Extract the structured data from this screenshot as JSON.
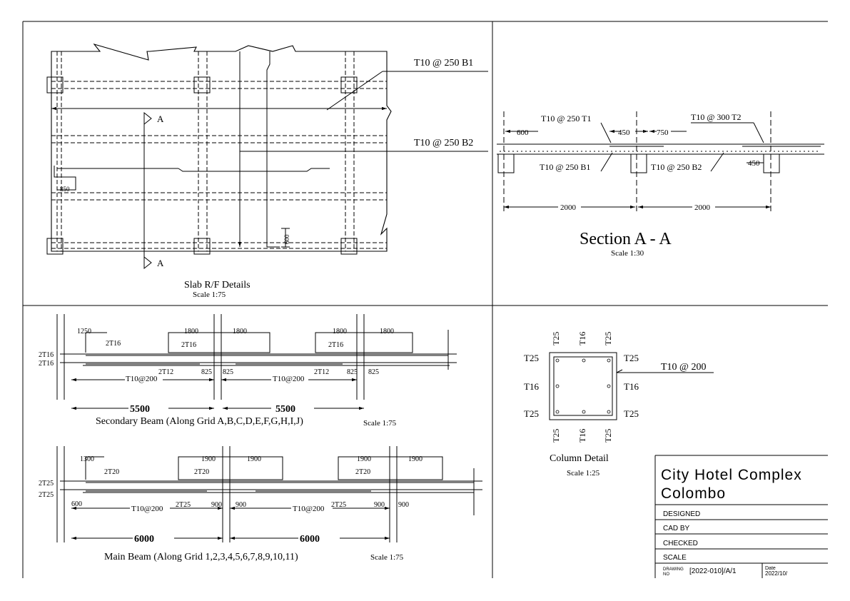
{
  "panels": {
    "slab": {
      "title": "Slab R/F Details",
      "scale": "Scale 1:75",
      "bar_b1": "T10 @ 250 B1",
      "bar_b2": "T10 @ 250 B2",
      "section_mark": "A",
      "dim_850": "850",
      "dim_600": "600"
    },
    "section": {
      "title": "Section A - A",
      "scale": "Scale 1:30",
      "t1": "T10 @ 250 T1",
      "t2": "T10 @ 300 T2",
      "b1": "T10 @ 250 B1",
      "b2": "T10 @ 250 B2",
      "d600": "600",
      "d450a": "450",
      "d750": "750",
      "d450b": "450",
      "span1": "2000",
      "span2": "2000"
    },
    "secondary_beam": {
      "title": "Secondary Beam (Along Grid A,B,C,D,E,F,G,H,I,J)",
      "scale": "Scale 1:75",
      "top_bars": "2T16",
      "bot_bars": "2T16",
      "extra_top": "2T16",
      "bottom_add": "2T12",
      "links": "T10@200",
      "d1250": "1250",
      "d1800": "1800",
      "d825": "825",
      "span": "5500"
    },
    "main_beam": {
      "title": "Main Beam (Along Grid 1,2,3,4,5,6,7,8,9,10,11)",
      "scale": "Scale 1:75",
      "top_bars": "2T25",
      "bot_bars": "2T25",
      "extra_top": "2T20",
      "bottom_add": "2T25",
      "links": "T10@200",
      "d1300": "1300",
      "d1900": "1900",
      "d600": "600",
      "d900": "900",
      "span": "6000"
    },
    "column": {
      "title": "Column Detail",
      "scale": "Scale 1:25",
      "t25": "T25",
      "t16": "T16",
      "link": "T10 @ 200"
    }
  },
  "title_block": {
    "project_line1": "City Hotel Complex",
    "project_line2": "Colombo",
    "designed": "DESIGNED",
    "cad_by": "CAD BY",
    "checked": "CHECKED",
    "scale": "SCALE",
    "drawing_no_label_1": "DRAWING",
    "drawing_no_label_2": "NO",
    "drawing_no": "[2022-010]/A/1",
    "date_label": "Date",
    "date_value": "2022/10/"
  }
}
